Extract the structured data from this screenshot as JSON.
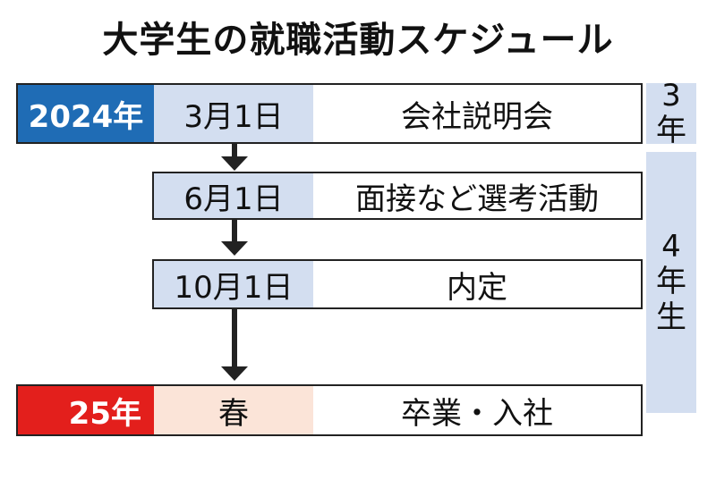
{
  "title": "大学生の就職活動スケジュール",
  "colors": {
    "year_2024": "#1f6cb5",
    "year_25": "#e31f1c",
    "date_bg": "#d3def0",
    "spring_bg": "#fbe4d8"
  },
  "rows": [
    {
      "year": "2024年",
      "date": "3月1日",
      "event": "会社説明会"
    },
    {
      "date": "6月1日",
      "event": "面接など選考活動"
    },
    {
      "date": "10月1日",
      "event": "内定"
    },
    {
      "year": "25年",
      "date": "春",
      "event": "卒業・入社"
    }
  ],
  "side_labels": {
    "third_year": [
      "3",
      "年"
    ],
    "fourth_year": [
      "4",
      "年",
      "生"
    ]
  }
}
